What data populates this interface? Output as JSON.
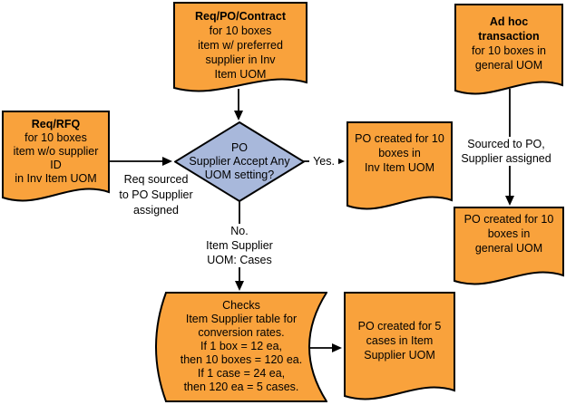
{
  "diagram": {
    "colors": {
      "document_fill": "#F9A23C",
      "decision_fill": "#A8B8DB",
      "stroke": "#000000"
    },
    "nodes": {
      "req_po_contract": {
        "title": "Req/PO/Contract",
        "body": "for 10 boxes\nitem w/ preferred\nsupplier in Inv\nItem UOM"
      },
      "ad_hoc": {
        "title": "Ad hoc\ntransaction",
        "body": "for 10 boxes in\ngeneral UOM"
      },
      "req_rfq": {
        "title": "Req/RFQ",
        "body": "for 10 boxes\nitem w/o supplier\nID\nin Inv Item UOM"
      },
      "decision": {
        "body": "PO\nSupplier Accept Any\nUOM setting?"
      },
      "po_inv_uom": {
        "body": "PO created for 10\nboxes in\nInv Item UOM"
      },
      "po_general_uom": {
        "body": "PO created for 10\nboxes in\ngeneral UOM"
      },
      "checks": {
        "body": "Checks\nItem Supplier table for\nconversion rates.\nIf 1 box = 12 ea,\nthen 10 boxes = 120 ea.\nIf 1 case = 24 ea,\nthen 120 ea = 5 cases."
      },
      "po_supplier_uom": {
        "body": "PO created for 5\ncases in Item\nSupplier UOM"
      }
    },
    "labels": {
      "req_sourced": "Req sourced\nto PO Supplier\nassigned",
      "yes": "Yes.",
      "no": "No.\nItem Supplier\nUOM: Cases",
      "sourced_po": "Sourced to PO,\nSupplier assigned"
    }
  }
}
